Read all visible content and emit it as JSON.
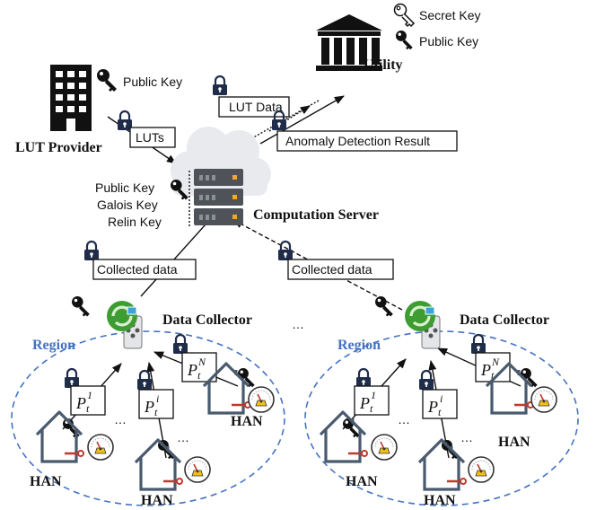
{
  "utility": {
    "label": "Utility",
    "secret_key": "Secret Key",
    "public_key": "Public Key"
  },
  "lut_provider": {
    "label": "LUT Provider",
    "public_key": "Public Key"
  },
  "server": {
    "label": "Computation Server",
    "keys": [
      "Public Key",
      "Galois Key",
      "Relin Key"
    ]
  },
  "messages": {
    "luts": "LUTs",
    "lut_data": "LUT Data",
    "anomaly": "Anomaly Detection Result",
    "collected_left": "Collected data",
    "collected_right": "Collected data"
  },
  "collectors": {
    "left_label": "Data Collector",
    "right_label": "Data Collector",
    "ellipsis": "…"
  },
  "regions": {
    "left_label": "Region",
    "right_label": "Region"
  },
  "han": {
    "label": "HAN",
    "ellipsis": "…",
    "p_symbol": "P",
    "p_sub": "t",
    "sup": [
      "1",
      "i",
      "N"
    ]
  },
  "colors": {
    "region_blue": "#4472c4",
    "lock_navy": "#1f2d4a",
    "house_gray": "#4a5a6e",
    "cloud": "#e8eaee",
    "collector_green": "#3e9d32",
    "meter_yellow": "#f2c014",
    "meter_red": "#c0392b"
  }
}
